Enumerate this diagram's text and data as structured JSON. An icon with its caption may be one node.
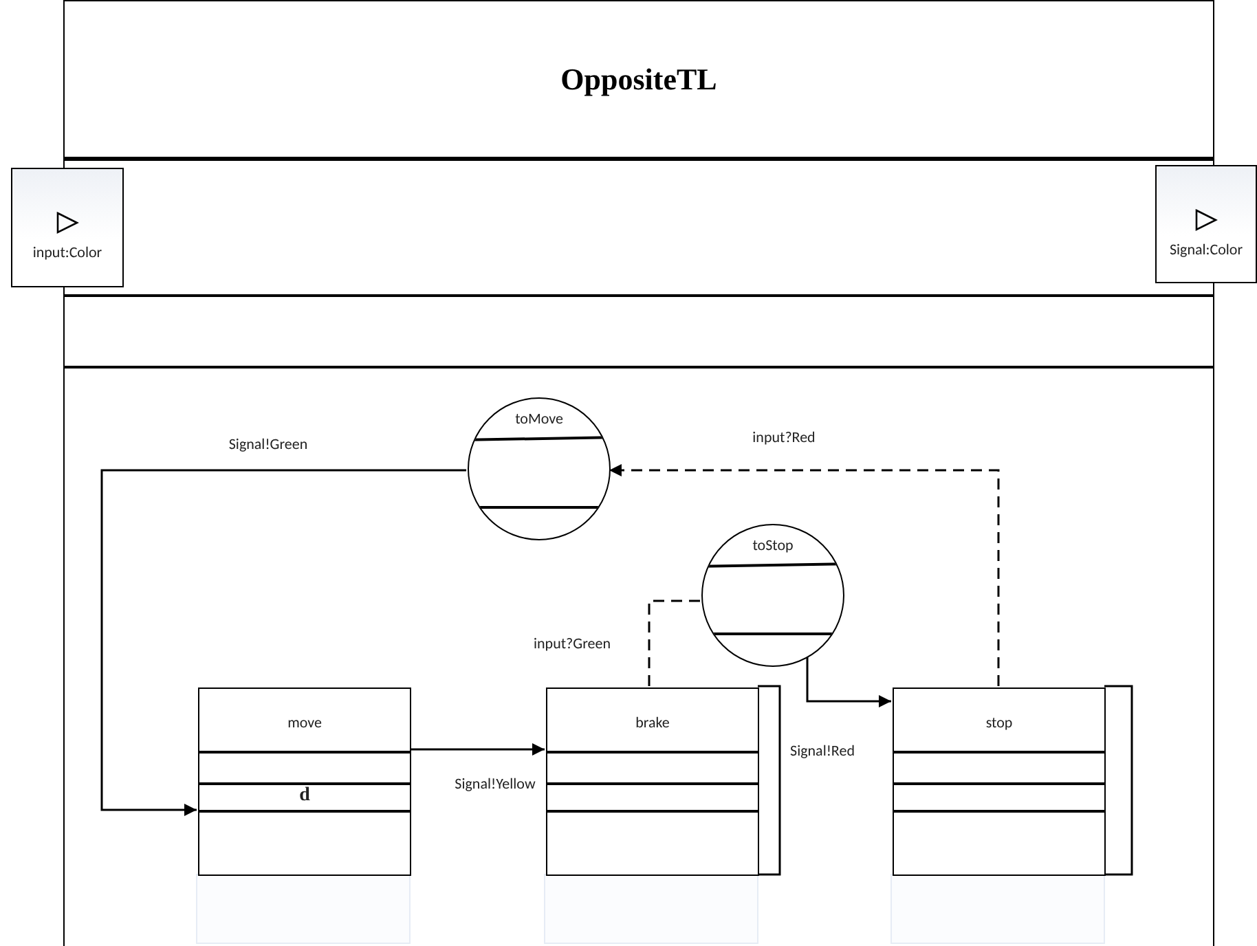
{
  "diagram": {
    "nodes": [
      {
        "text": [
          "OppositeTL"
        ]
      },
      {
        "text": [
          "input:Color"
        ]
      },
      {
        "text": [
          "Signal:Color"
        ]
      },
      {
        "text": [
          "toMove"
        ],
        "in": 0
      },
      {
        "text": [
          "toStop"
        ],
        "in": 0
      },
      {
        "text": [
          "move",
          "d"
        ],
        "in": 0
      },
      {
        "text": [
          "brake"
        ],
        "in": 0
      },
      {
        "text": [
          "stop"
        ],
        "in": 0
      }
    ],
    "edges": [
      {
        "from": 3,
        "to": 5,
        "arrow": "to",
        "label": "Signal!Green"
      },
      {
        "from": 5,
        "to": 6,
        "arrow": "to",
        "label": "Signal!Yellow"
      },
      {
        "from": 6,
        "to": 4,
        "arrow": "none",
        "label": "input?Green",
        "style": "dashed"
      },
      {
        "from": 4,
        "to": 7,
        "arrow": "to",
        "label": "Signal!Red"
      },
      {
        "from": 7,
        "to": 3,
        "arrow": "to",
        "label": "input?Red",
        "style": "dashed"
      }
    ]
  }
}
